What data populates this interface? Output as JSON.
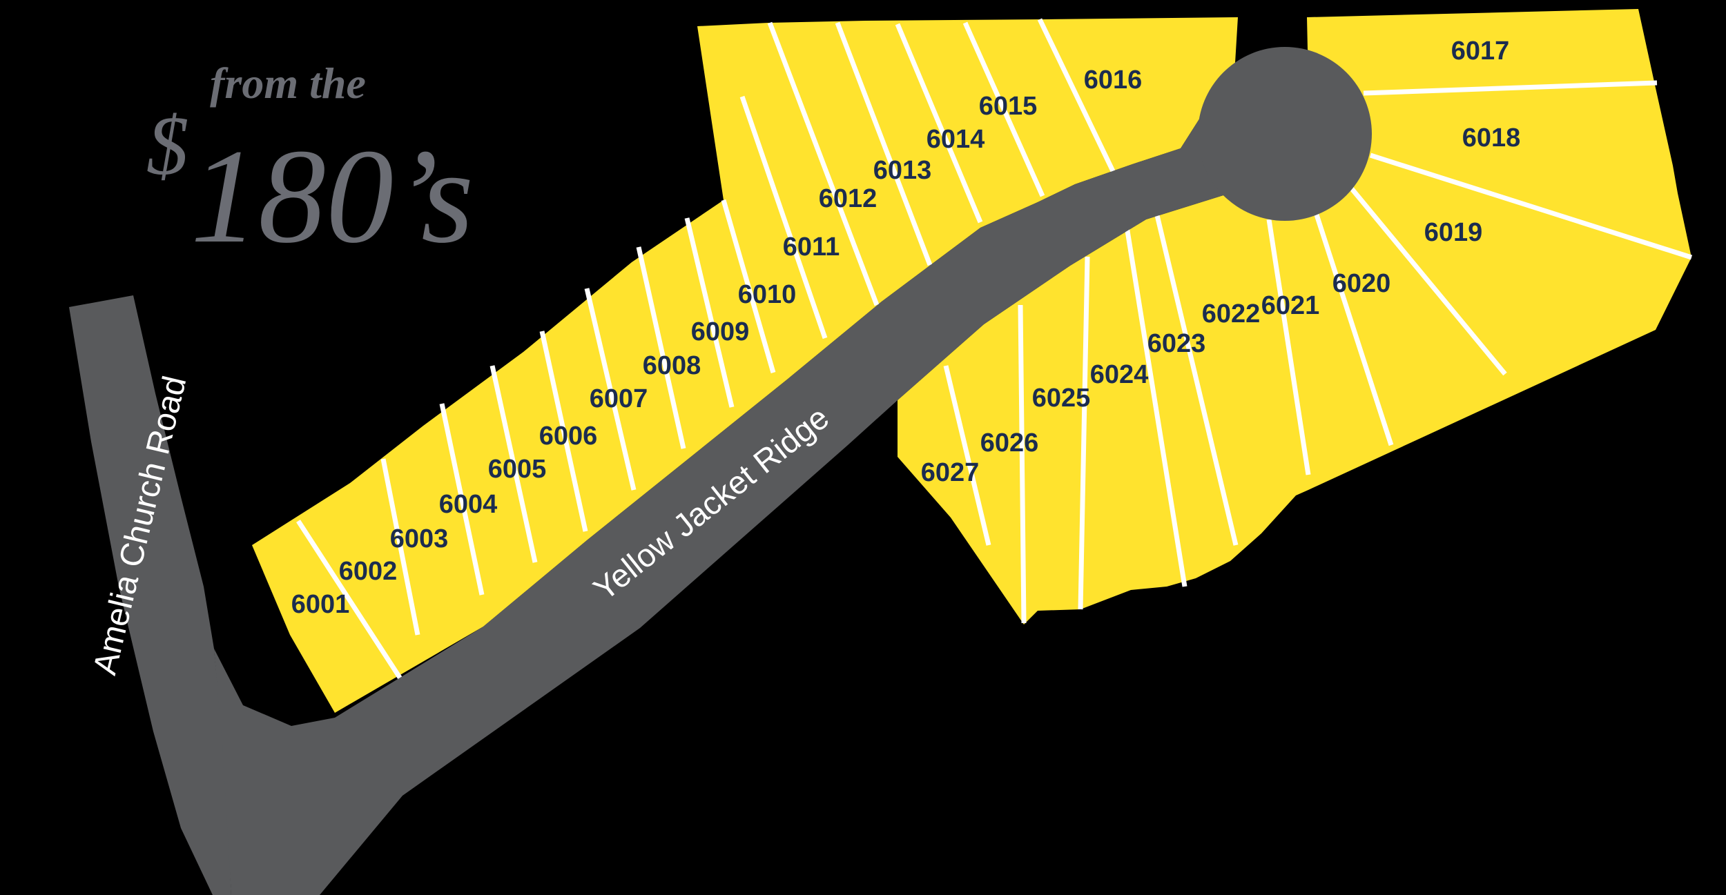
{
  "price": {
    "prefix": "from the",
    "dollar": "$",
    "amount": "180’s"
  },
  "roads": {
    "main": "Yellow Jacket Ridge",
    "side": "Amelia Church Road"
  },
  "lots": [
    "6001",
    "6002",
    "6003",
    "6004",
    "6005",
    "6006",
    "6007",
    "6008",
    "6009",
    "6010",
    "6011",
    "6012",
    "6013",
    "6014",
    "6015",
    "6016",
    "6017",
    "6018",
    "6019",
    "6020",
    "6021",
    "6022",
    "6023",
    "6024",
    "6025",
    "6026",
    "6027"
  ],
  "colors": {
    "background": "#000000",
    "lot_fill": "#FFE32E",
    "road_fill": "#595A5C",
    "divider": "#FFFFFF",
    "lot_label": "#1B2C4F",
    "road_label": "#FFFFFF",
    "price_text": "#6B6D74"
  }
}
